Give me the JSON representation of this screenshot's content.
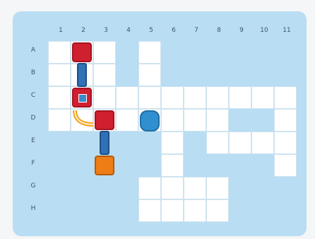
{
  "board": {
    "columns": [
      "1",
      "2",
      "3",
      "4",
      "5",
      "6",
      "7",
      "8",
      "9",
      "10",
      "11"
    ],
    "rows": [
      "A",
      "B",
      "C",
      "D",
      "E",
      "F",
      "G",
      "H"
    ],
    "white_cells": [
      "A1",
      "A2",
      "A3",
      "A5",
      "B1",
      "B2",
      "B3",
      "B5",
      "C1",
      "C2",
      "C3",
      "C4",
      "C5",
      "C6",
      "C7",
      "C8",
      "C9",
      "C10",
      "C11",
      "D1",
      "D2",
      "D3",
      "D4",
      "D5",
      "D6",
      "D7",
      "D8",
      "D11",
      "E6",
      "E8",
      "E9",
      "E10",
      "E11",
      "F6",
      "F11",
      "G5",
      "G6",
      "G7",
      "G8",
      "H5",
      "H6",
      "H7",
      "H8"
    ],
    "pieces": [
      {
        "type": "red-block",
        "cell": "A2"
      },
      {
        "type": "pipe-vertical",
        "cell": "B2"
      },
      {
        "type": "red-block-with-blue-center",
        "cell": "C2"
      },
      {
        "type": "curved-pipe-orange",
        "cell": "D2"
      },
      {
        "type": "red-block",
        "cell": "D3"
      },
      {
        "type": "pipe-vertical",
        "cell": "E3"
      },
      {
        "type": "orange-block",
        "cell": "F3"
      },
      {
        "type": "blue-hex-block",
        "cell": "D5"
      }
    ]
  }
}
